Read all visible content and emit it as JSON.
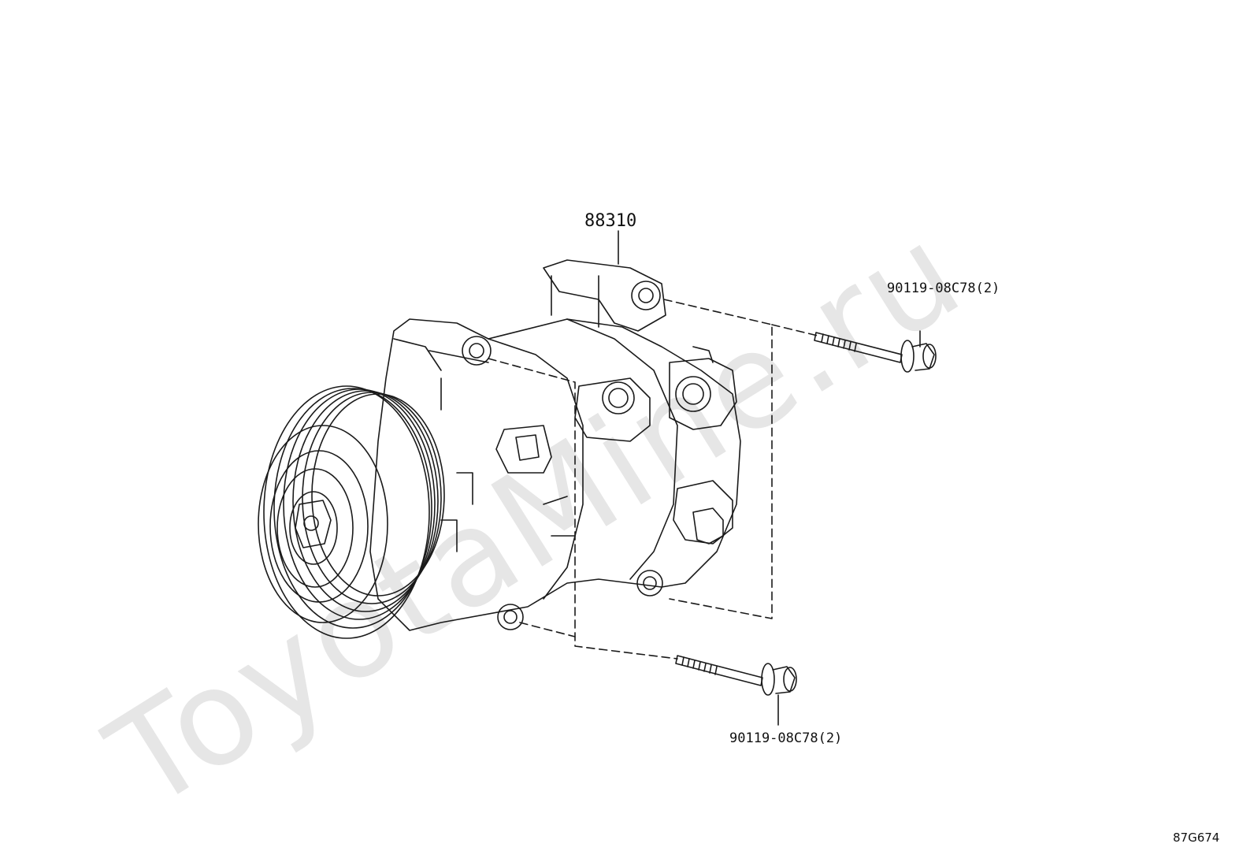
{
  "watermark": "ToyotaMine.ru",
  "parts": {
    "compressor": "88310",
    "bolt_top": "90119-08C78(2)",
    "bolt_bottom": "90119-08C78(2)"
  },
  "diagram_code": "87G674",
  "colors": {
    "line": "#1a1a1a",
    "watermark": "#e6e6e6"
  }
}
